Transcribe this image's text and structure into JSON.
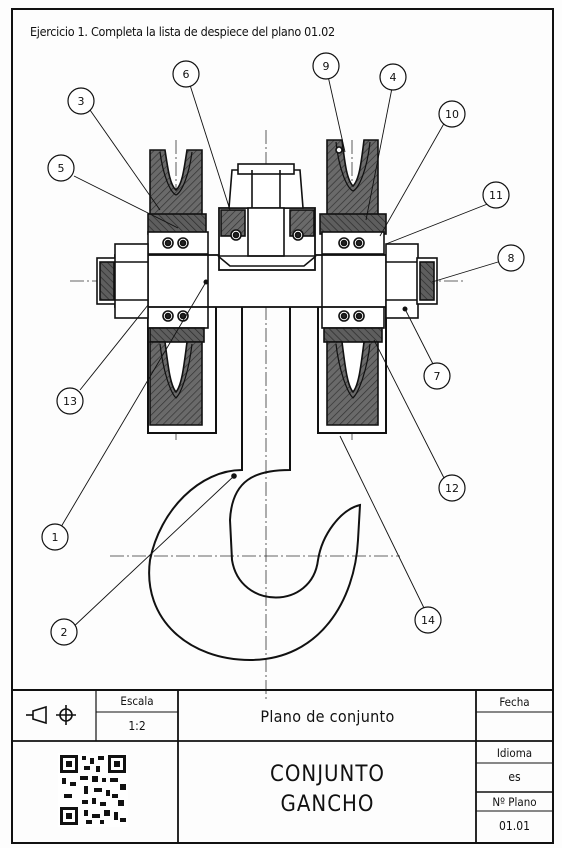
{
  "exercise_text": "Ejercicio 1. Completa la lista de despiece del plano 01.02",
  "balloons": [
    "1",
    "2",
    "3",
    "4",
    "5",
    "6",
    "7",
    "8",
    "9",
    "10",
    "11",
    "12",
    "13",
    "14"
  ],
  "title_block": {
    "scale_label": "Escala",
    "scale_value": "1:2",
    "plan_type": "Plano de conjunto",
    "title_line1": "CONJUNTO",
    "title_line2": "GANCHO",
    "date_label": "Fecha",
    "date_value": "",
    "language_label": "Idioma",
    "language_value": "es",
    "plan_number_label": "Nº Plano",
    "plan_number_value": "01.01"
  },
  "icons": {
    "projection": "first-angle-projection-icon",
    "target": "crosshair-icon",
    "qr": "qr-code-icon"
  }
}
